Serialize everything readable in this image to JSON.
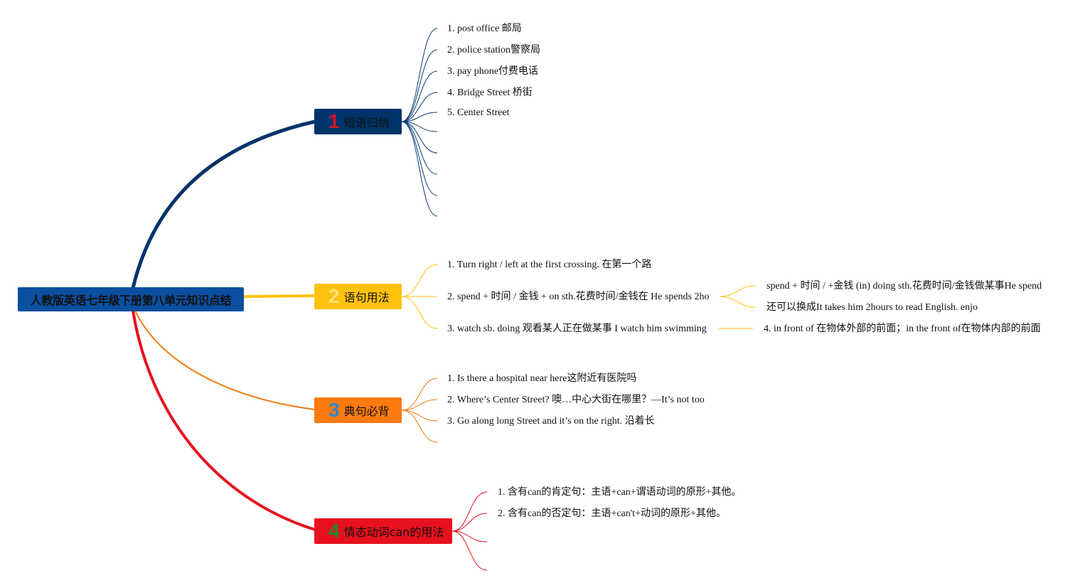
{
  "root": {
    "label": "人教版英语七年级下册第八单元知识点结"
  },
  "colors": {
    "root": "#0a4fa0",
    "branch1": "#00336a",
    "branch2": "#ffc20e",
    "branch3": "#ff7a0f",
    "branch4": "#e8101e"
  },
  "branches": [
    {
      "number": "1",
      "label": "短语归纳",
      "items": [
        "1. post office 邮局",
        "2. police station警察局",
        "3. pay phone付费电话",
        "4. Bridge Street 桥街",
        "5. Center Street"
      ]
    },
    {
      "number": "2",
      "label": "语句用法",
      "items": [
        "1. Turn right / left at the first crossing. 在第一个路",
        "2. spend + 时间 / 金钱 + on sth.花费时间/金钱在 He spends 2ho",
        "3. watch sb. doing 观看某人正在做某事 I watch him swimming"
      ],
      "sub_items": [
        "spend + 时间 / +金钱 (in) doing sth.花费时间/金钱做某事He spend",
        "还可以换成It takes him 2hours to read English. enjo",
        "4. in front of 在物体外部的前面；in the front of在物体内部的前面"
      ]
    },
    {
      "number": "3",
      "label": "典句必背",
      "items": [
        "1. Is there a hospital near here这附近有医院吗",
        "2. Where’s Center Street? 噢…中心大街在哪里？—It’s not too",
        "3. Go along long Street and it’s on the right. 沿着长"
      ]
    },
    {
      "number": "4",
      "label": "情态动词can的用法",
      "items": [
        "1. 含有can的肯定句：主语+can+谓语动词的原形+其他。",
        "2. 含有can的否定句：主语+can't+动词的原形+其他。"
      ]
    }
  ]
}
